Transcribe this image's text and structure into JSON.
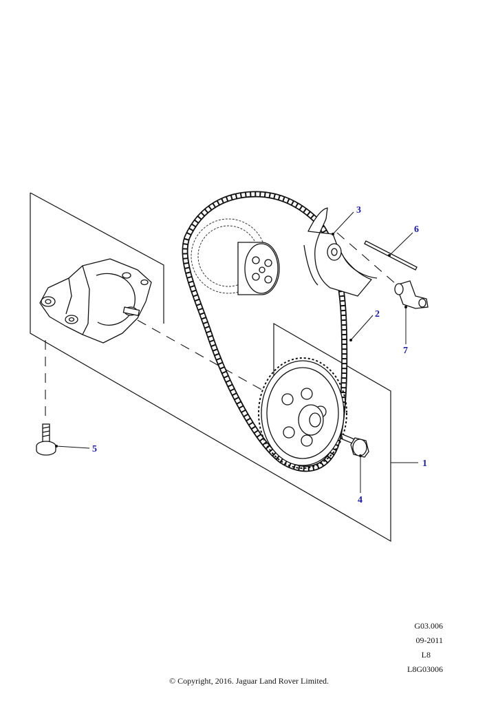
{
  "callouts": [
    {
      "id": "1",
      "label": "1"
    },
    {
      "id": "2",
      "label": "2"
    },
    {
      "id": "3",
      "label": "3"
    },
    {
      "id": "4",
      "label": "4"
    },
    {
      "id": "5",
      "label": "5"
    },
    {
      "id": "6",
      "label": "6"
    },
    {
      "id": "7",
      "label": "7"
    }
  ],
  "colors": {
    "callout": "#1a1aa8",
    "line": "#111111"
  },
  "meta": {
    "ref": "G03.006",
    "date": "09-2011",
    "code": "L8",
    "drawing": "L8G03006"
  },
  "copyright": "© Copyright, 2016. Jaguar Land Rover Limited."
}
